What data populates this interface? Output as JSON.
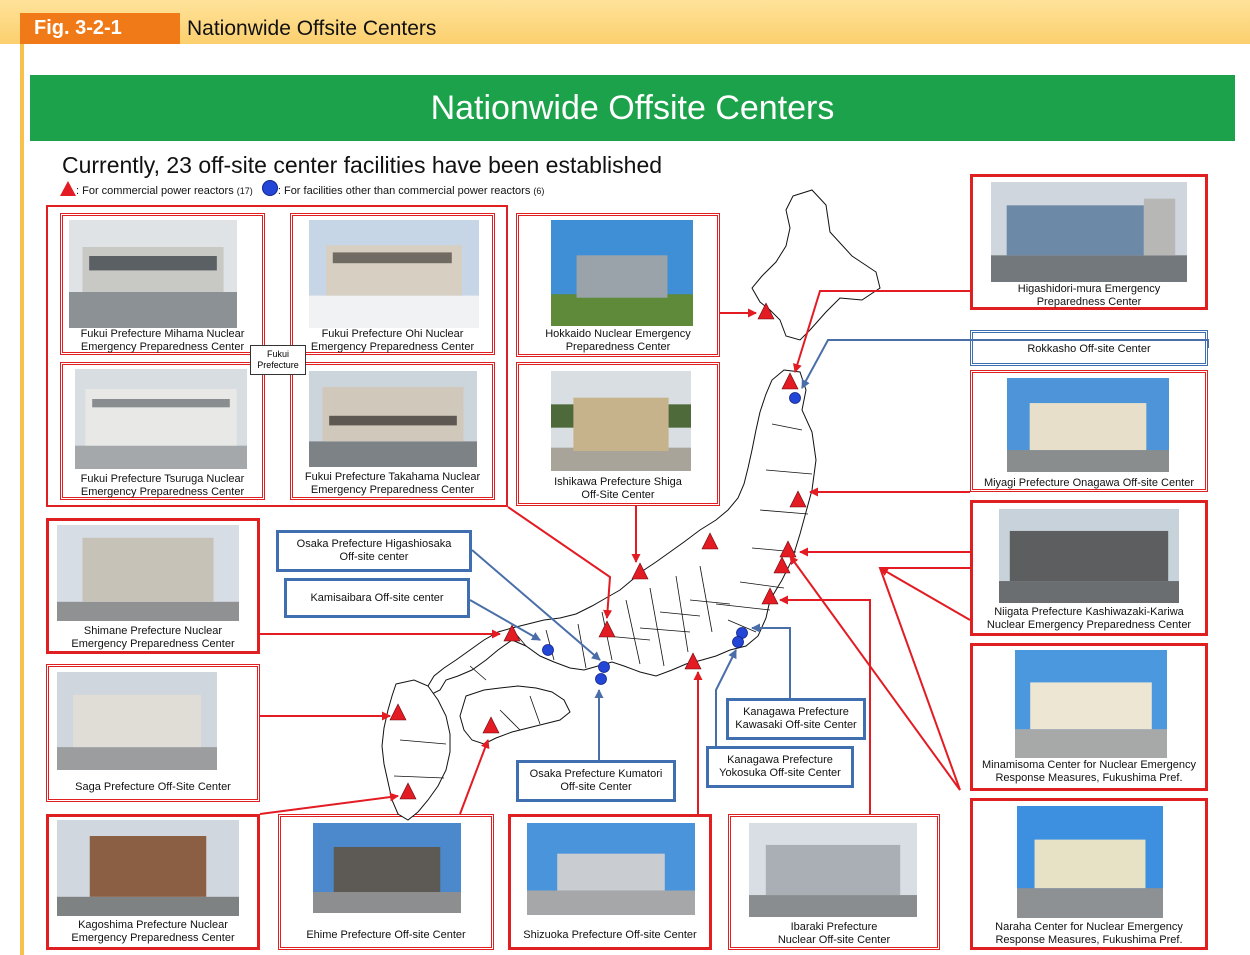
{
  "header": {
    "fig_label": "Fig. 3-2-1",
    "fig_title": "Nationwide Offsite Centers"
  },
  "banner": {
    "title": "Nationwide Offsite Centers"
  },
  "subtitle": "Currently, 23 off-site center facilities have been established",
  "legend": {
    "triangle_text": ": For commercial power reactors",
    "triangle_count": "(17)",
    "circle_text": ": For facilities other than commercial power reactors",
    "circle_count": "(6)"
  },
  "fukui_tag": {
    "line1": "Fukui",
    "line2": "Prefecture"
  },
  "cards": {
    "mihama": {
      "line1": "Fukui Prefecture Mihama Nuclear",
      "line2": "Emergency Preparedness Center"
    },
    "ohi": {
      "line1": "Fukui Prefecture Ohi Nuclear",
      "line2": "Emergency Preparedness Center"
    },
    "tsuruga": {
      "line1": "Fukui Prefecture Tsuruga Nuclear",
      "line2": "Emergency Preparedness Center"
    },
    "takahama": {
      "line1": "Fukui Prefecture Takahama Nuclear",
      "line2": "Emergency Preparedness Center"
    },
    "hokkaido": {
      "line1": "Hokkaido Nuclear Emergency",
      "line2": "Preparedness Center"
    },
    "shiga": {
      "line1": "Ishikawa Prefecture Shiga",
      "line2": "Off-Site Center"
    },
    "higashidori": {
      "line1": "Higashidori-mura Emergency",
      "line2": "Preparedness Center"
    },
    "rokkasho": {
      "line1": "Rokkasho Off-site Center"
    },
    "onagawa": {
      "line1": "Miyagi Prefecture Onagawa Off-site Center"
    },
    "kashiwazaki": {
      "line1": "Niigata Prefecture Kashiwazaki-Kariwa",
      "line2": "Nuclear Emergency Preparedness Center"
    },
    "minamisoma": {
      "line1": "Minamisoma Center for Nuclear Emergency",
      "line2": "Response Measures, Fukushima Pref."
    },
    "naraha": {
      "line1": "Naraha Center for Nuclear Emergency",
      "line2": "Response Measures, Fukushima Pref."
    },
    "shimane": {
      "line1": "Shimane Prefecture Nuclear",
      "line2": "Emergency Preparedness Center"
    },
    "saga": {
      "line1": "Saga Prefecture Off-Site Center"
    },
    "kagoshima": {
      "line1": "Kagoshima Prefecture Nuclear",
      "line2": "Emergency Preparedness Center"
    },
    "ehime": {
      "line1": "Ehime Prefecture Off-site Center"
    },
    "shizuoka": {
      "line1": "Shizuoka Prefecture Off-site Center"
    },
    "ibaraki": {
      "line1": "Ibaraki Prefecture",
      "line2": "Nuclear Off-site Center"
    }
  },
  "callouts": {
    "higashiosaka": {
      "line1": "Osaka Prefecture Higashiosaka",
      "line2": "Off-site center"
    },
    "kamisaibara": {
      "line1": "Kamisaibara Off-site center"
    },
    "kumatori": {
      "line1": "Osaka Prefecture Kumatori",
      "line2": "Off-site Center"
    },
    "kawasaki": {
      "line1": "Kanagawa Prefecture",
      "line2": "Kawasaki Off-site Center"
    },
    "yokosuka": {
      "line1": "Kanagawa Prefecture",
      "line2": "Yokosuka Off-site Center"
    }
  },
  "colors": {
    "reactor_marker": "#e31b23",
    "facility_marker": "#2446d6",
    "reactor_arrow": "#e31b23",
    "facility_arrow": "#4a6fa8",
    "banner": "#1ba24b",
    "fig_label": "#f07a18"
  }
}
